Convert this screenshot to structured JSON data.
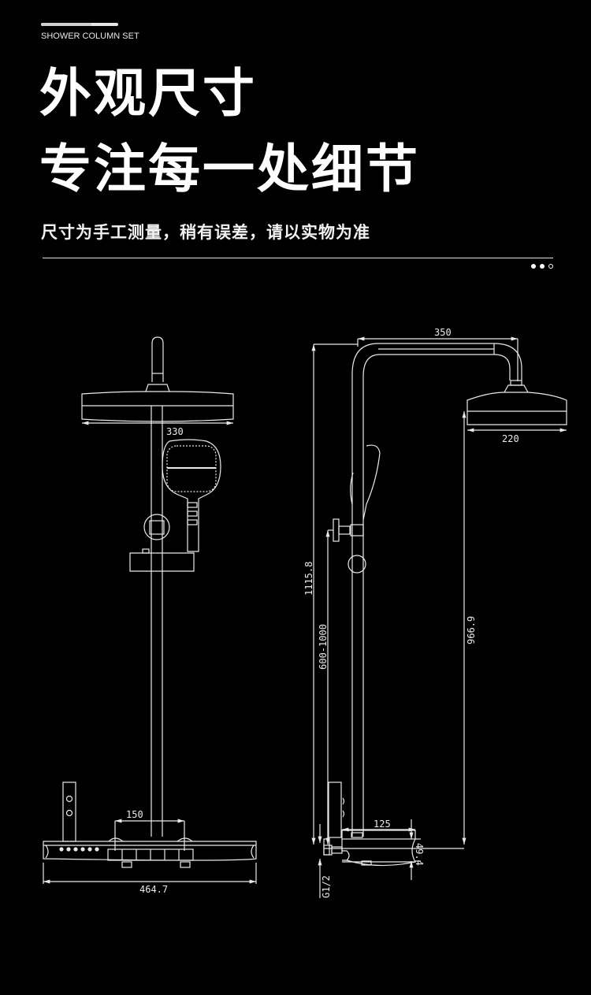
{
  "header": {
    "progress": 0.65,
    "eyebrow": "SHOWER COLUMN SET",
    "title_line1": "外观尺寸",
    "title_line2": "专注每一处细节",
    "subtitle": "尺寸为手工测量，稍有误差，请以实物为准",
    "pager": {
      "total": 3,
      "active_dots": 2
    }
  },
  "front_view": {
    "label": "front elevation",
    "dimensions": {
      "top_shower_width": "330",
      "valve_spacing": "150",
      "base_width": "464.7"
    }
  },
  "side_view": {
    "label": "side elevation",
    "dimensions": {
      "arm_reach": "350",
      "head_width": "220",
      "total_height": "1115.8",
      "adjustable_height": "600-1000",
      "head_drop_height": "966.9",
      "valve_depth": "125",
      "valve_height": "49.4",
      "inlet_thread": "G1/2"
    }
  },
  "colors": {
    "background": "#000000",
    "line": "#eaeaea"
  }
}
